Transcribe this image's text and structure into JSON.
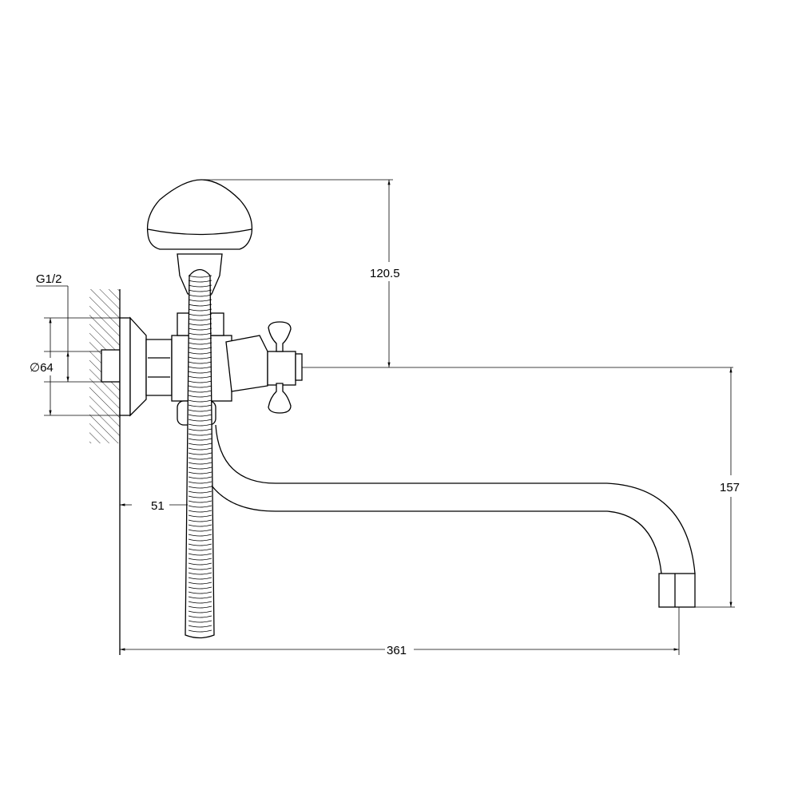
{
  "drawing": {
    "thread_label": "G1/2",
    "flange_diameter": "∅64",
    "height_above_axis": "120.5",
    "spout_drop": "157",
    "wall_to_hose": "51",
    "total_reach": "361"
  },
  "colors": {
    "line": "#000000",
    "background": "#ffffff"
  }
}
